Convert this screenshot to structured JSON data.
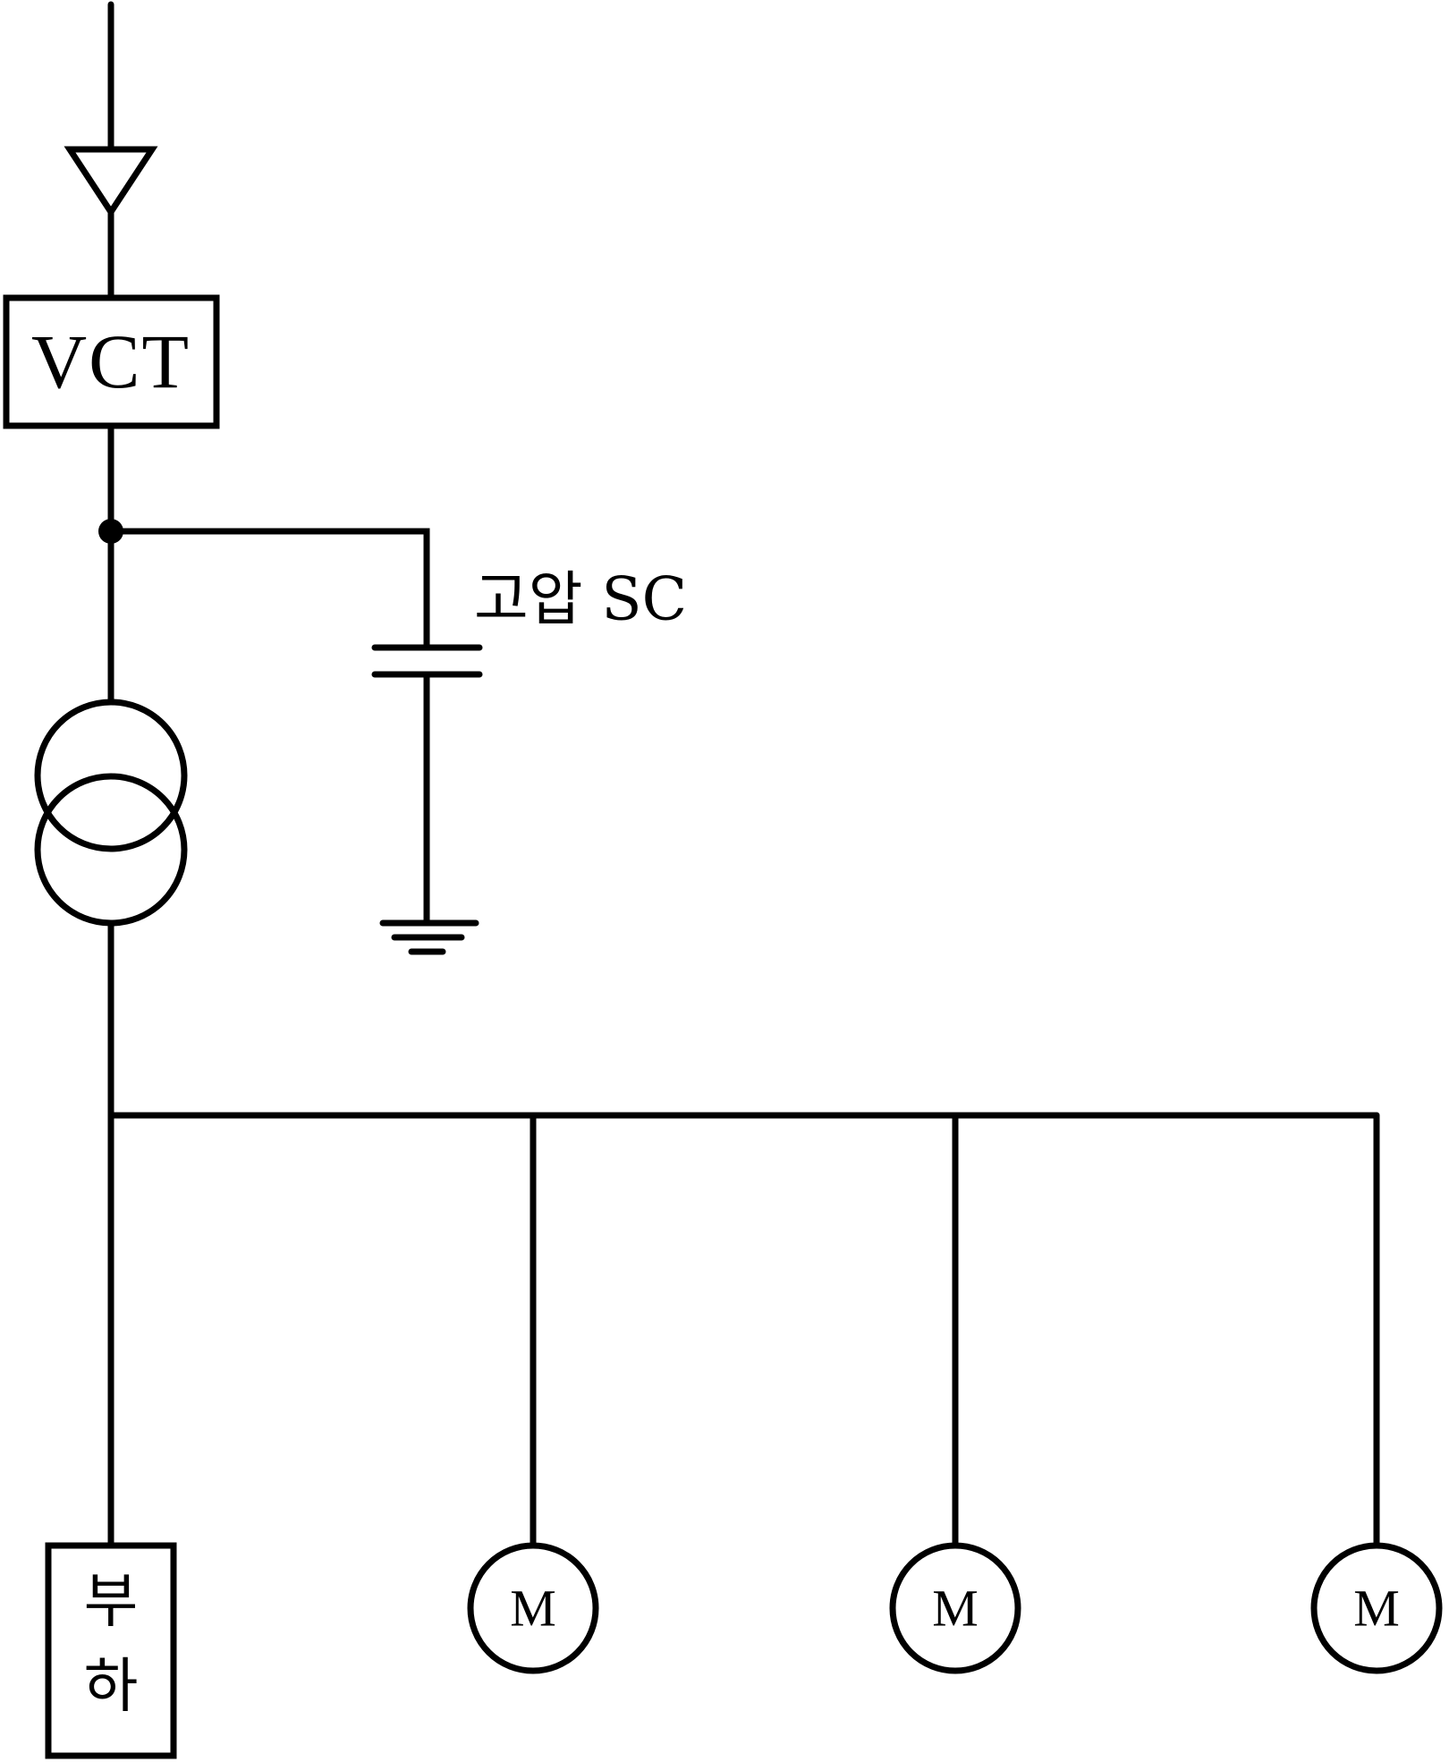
{
  "diagram": {
    "meter_box_label": "VCT",
    "capacitor_label": "고압 SC",
    "load_label_line1": "부",
    "load_label_line2": "하",
    "motors": [
      {
        "label": "M"
      },
      {
        "label": "M"
      },
      {
        "label": "M"
      }
    ]
  }
}
